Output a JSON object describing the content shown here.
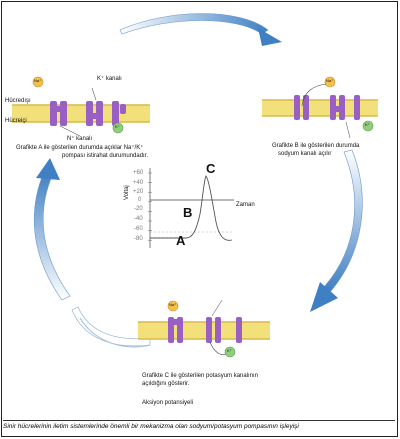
{
  "diagram": {
    "panel_a": {
      "label_k_channel": "K⁺ kanalı",
      "label_cell_outside": "Hücredışı",
      "label_cell_inside": "Hücreiçi",
      "label_na_channel": "N⁺ kanalı",
      "ion_na": "Na⁺",
      "ion_k": "K⁺",
      "caption_line1": "Grafikte A ile gösterilen durumda açıklar Na⁺/K⁺",
      "caption_line2": "pompası istirahat durumundadır."
    },
    "panel_b": {
      "ion_na": "Na⁺",
      "ion_k": "K⁺",
      "caption_line1": "Grafikte B ile gösterilen durumda",
      "caption_line2": "sodyum kanalı açılır"
    },
    "panel_c": {
      "ion_na": "Na⁺",
      "ion_k": "K⁺",
      "caption_line1": "Grafikte C ile gösterilen potasyum kanalının",
      "caption_line2": "açıldığını gösterir.",
      "caption_line3": "Aksiyon potansiyeli"
    },
    "graph": {
      "ylabel": "Voltaj",
      "xlabel": "Zaman",
      "yticks": [
        "+60",
        "+40",
        "+20",
        "0",
        "-20",
        "-40",
        "-60",
        "-80"
      ],
      "point_a": "A",
      "point_b": "B",
      "point_c": "C"
    },
    "colors": {
      "membrane_band": "#f2e17a",
      "membrane_line": "#d9b84a",
      "channel": "#9a5fc2",
      "ion_na": "#f5c04a",
      "ion_k": "#8fcf7a",
      "arrow": "#4a86c9"
    }
  },
  "caption": "Sinir hücrelerinin iletim sistemlerinde önemli bir mekanizma olan sodyum/potasyum pompasının işleyişi"
}
